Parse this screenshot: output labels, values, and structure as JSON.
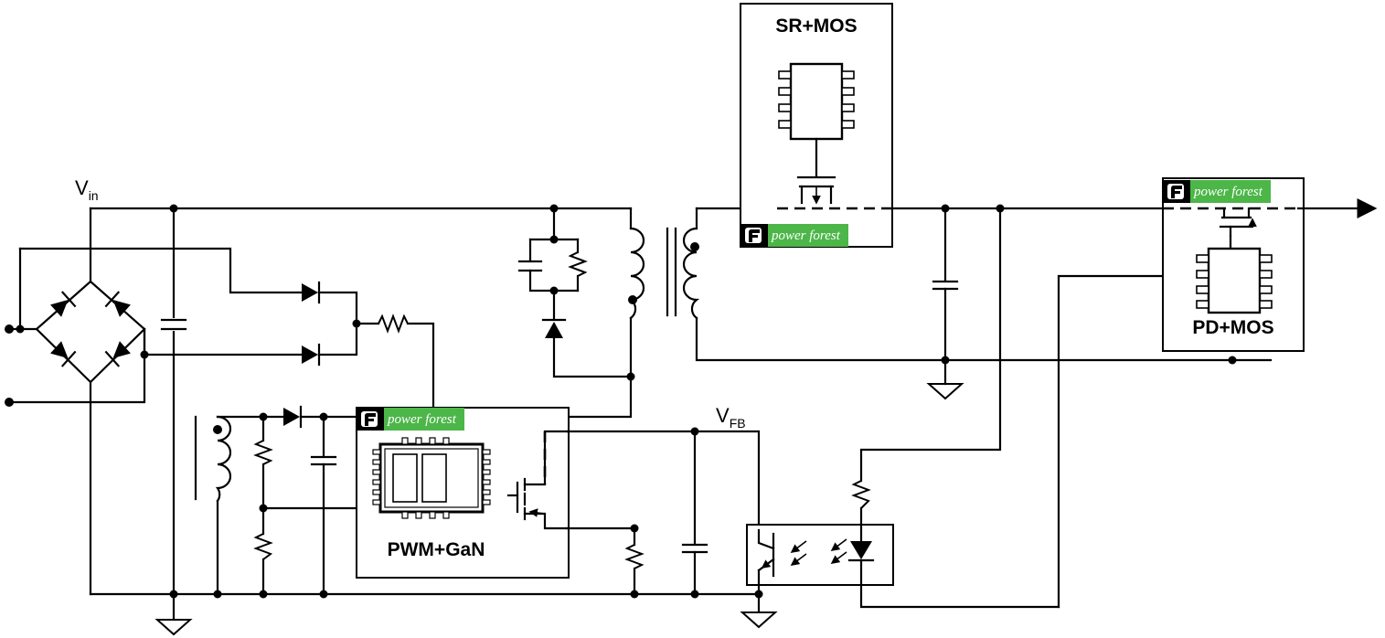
{
  "labels": {
    "vin_main": "V",
    "vin_sub": "in",
    "vfb_main": "V",
    "vfb_sub": "FB",
    "sr_block": "SR+MOS",
    "pwm_block": "PWM+GaN",
    "pd_block": "PD+MOS",
    "brand": "power forest"
  },
  "colors": {
    "brand_green": "#4cb648",
    "brand_logo_bg": "#000000",
    "line": "#000000",
    "background": "#ffffff"
  },
  "icons": {
    "brand_logo": "power-forest-logo-icon",
    "ground": "ground-icon",
    "arrow": "arrow-right-icon"
  }
}
